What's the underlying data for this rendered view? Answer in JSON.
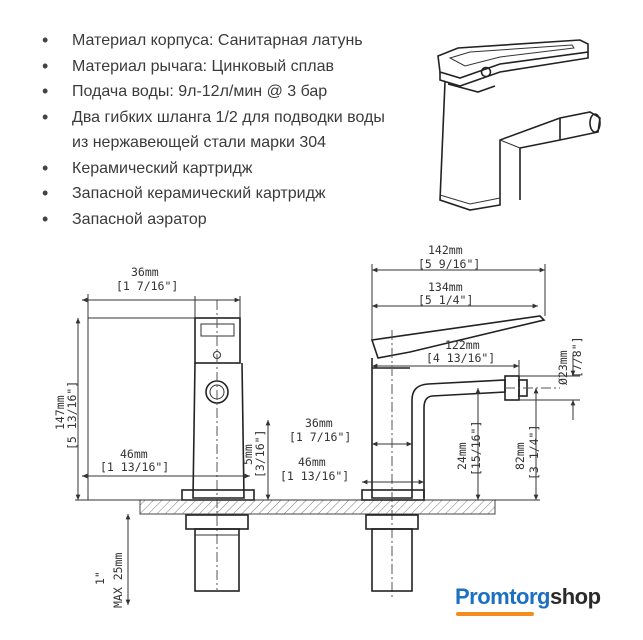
{
  "specs": [
    "Материал корпуса: Санитарная латунь",
    "Материал рычага: Цинковый сплав",
    "Подача воды: 9л-12л/мин @ 3 бар",
    [
      "Два гибких шланга 1/2 для подводки воды",
      "из нержавеющей стали марки 304"
    ],
    "Керамический картридж",
    "Запасной керамический картридж",
    "Запасной аэратор"
  ],
  "dims": {
    "front_top_w": [
      "36mm",
      "[1 7/16\"]"
    ],
    "front_base_w": [
      "46mm",
      "[1 13/16\"]"
    ],
    "front_h": [
      "147mm",
      "[5 13/16\"]"
    ],
    "front_small": [
      "5mm",
      "[3/16\"]"
    ],
    "front_max": [
      "1\"",
      "MAX 25mm"
    ],
    "side_total": [
      "142mm",
      "[5 9/16\"]"
    ],
    "side_lever": [
      "134mm",
      "[5 1/4\"]"
    ],
    "side_spout": [
      "122mm",
      "[4 13/16\"]"
    ],
    "side_top_w": [
      "36mm",
      "[1 7/16\"]"
    ],
    "side_base_w": [
      "46mm",
      "[1 13/16\"]"
    ],
    "side_outlet_d": [
      "Ø23mm",
      "[7/8\"]"
    ],
    "side_outlet_h": [
      "24mm",
      "[15/16\"]"
    ],
    "side_h": [
      "82mm",
      "[3 1/4\"]"
    ]
  },
  "brand": {
    "part1": "Promtorg",
    "part2": "shop"
  },
  "colors": {
    "brand_blue": "#1d6fc2",
    "brand_dark": "#2a2a2a",
    "brand_orange": "#f28c1c",
    "line": "#333333"
  }
}
